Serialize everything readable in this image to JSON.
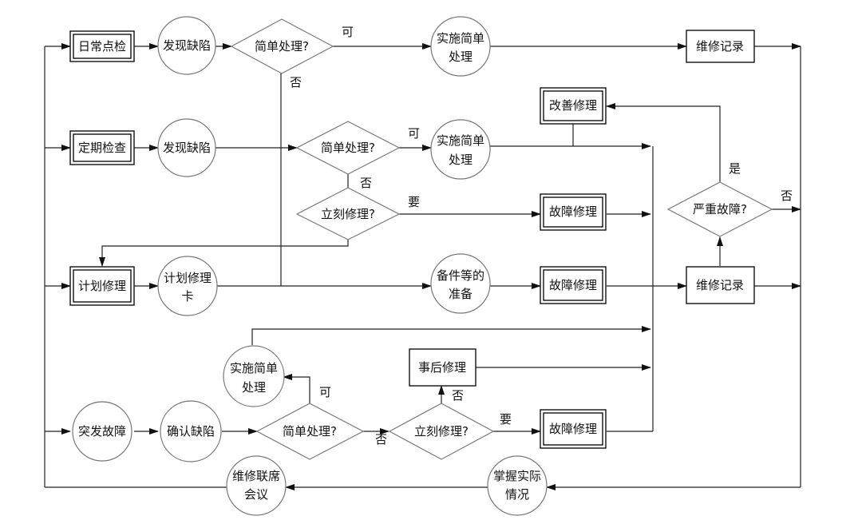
{
  "nodes": {
    "daily_inspection": "日常点检",
    "find_defect_1": "发现缺陷",
    "simple_q_1": "简单处理?",
    "simple_fix_1": [
      "实施简单",
      "处理"
    ],
    "record_1": "维修记录",
    "improve_repair": "改善修理",
    "periodic_inspection": "定期检查",
    "find_defect_2": "发现缺陷",
    "simple_q_2": "简单处理?",
    "simple_fix_2": [
      "实施简单",
      "处理"
    ],
    "immediate_q_1": "立刻修理?",
    "fault_repair_1": "故障修理",
    "serious_q": "严重故障?",
    "planned_repair": "计划修理",
    "plan_card": [
      "计划修理",
      "卡"
    ],
    "spare_prep": [
      "备件等的",
      "准备"
    ],
    "fault_repair_2": "故障修理",
    "record_2": "维修记录",
    "simple_fix_3": [
      "实施简单",
      "处理"
    ],
    "after_repair": "事后修理",
    "sudden_fault": "突发故障",
    "confirm_defect": "确认缺陷",
    "simple_q_3": "简单处理?",
    "immediate_q_2": "立刻修理?",
    "fault_repair_3": "故障修理",
    "joint_meeting": [
      "维修联席",
      "会议"
    ],
    "grasp_situation": [
      "掌握实际",
      "情况"
    ]
  },
  "edge_labels": {
    "q1_yes": "可",
    "q1_no": "否",
    "q2_yes": "可",
    "q2_no": "否",
    "iq1_yes": "要",
    "serious_yes": "是",
    "serious_no": "否",
    "q3_yes": "可",
    "q3_no": "否",
    "iq2_yes": "要",
    "iq2_no": "否"
  }
}
